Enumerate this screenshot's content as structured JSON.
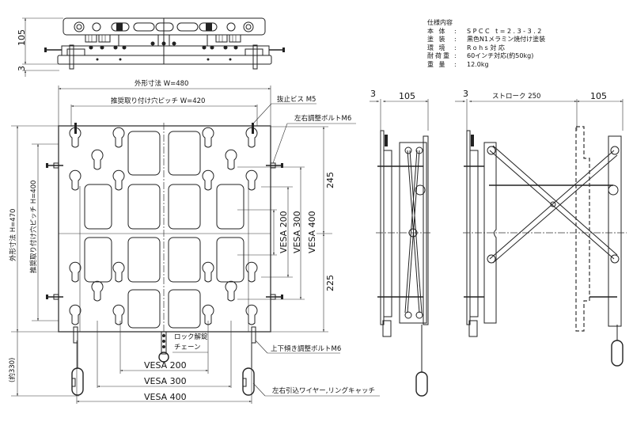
{
  "spec": {
    "title": "仕様内容",
    "rows": [
      {
        "key": "本 体",
        "sep": ":",
        "value": "SPCC t=2.3-3.2"
      },
      {
        "key": "塗 装",
        "sep": ":",
        "value": "黒色N1メラミン焼付け塗装"
      },
      {
        "key": "環 境",
        "sep": ":",
        "value": "Rohs対応"
      },
      {
        "key": "耐荷重",
        "sep": ":",
        "value": "60インチ対応(約50kg)"
      },
      {
        "key": "重 量",
        "sep": ":",
        "value": "12.0kg"
      }
    ]
  },
  "top_view": {
    "dim_depth": "105",
    "dim_gap": "3"
  },
  "front_view": {
    "width_outer": "外形寸法 W=480",
    "width_pitch": "推奨取り付け穴ピッチ W=420",
    "height_outer": "外形寸法 H=470",
    "height_pitch": "推奨取り付け穴ピッチ H=400",
    "dim_upper": "245",
    "dim_lower": "225",
    "vesa_v": [
      "VESA 200",
      "VESA 300",
      "VESA 400"
    ],
    "vesa_h": [
      "VESA 200",
      "VESA 300",
      "VESA 400"
    ],
    "dim_wire": "(約330)",
    "callouts": {
      "screw": "抜止ビス M5",
      "lr_bolt": "左右調整ボルトM6",
      "tilt_bolt": "上下傾き調整ボルトM6",
      "wire": "左右引込ワイヤー,リングキャッチ",
      "lock_chain_1": "ロック解錠",
      "lock_chain_2": "チェーン"
    }
  },
  "side_view_closed": {
    "dim_gap": "3",
    "dim_depth": "105"
  },
  "side_view_open": {
    "dim_gap": "3",
    "dim_stroke": "ストローク 250",
    "dim_depth": "105"
  }
}
